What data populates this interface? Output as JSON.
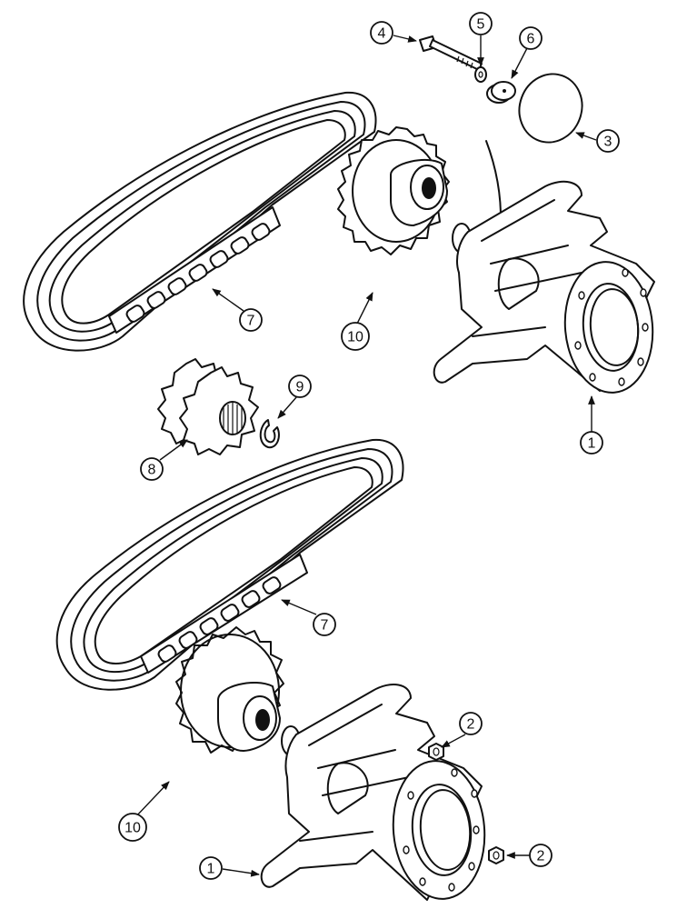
{
  "callouts": {
    "c1_top": "1",
    "c1_bottom": "1",
    "c2_upper": "2",
    "c2_lower": "2",
    "c3": "3",
    "c4": "4",
    "c5": "5",
    "c6": "6",
    "c7_top": "7",
    "c7_bottom": "7",
    "c8": "8",
    "c9": "9",
    "c10_top": "10",
    "c10_bottom": "10"
  },
  "colors": {
    "line": "#111111",
    "background": "#ffffff"
  }
}
